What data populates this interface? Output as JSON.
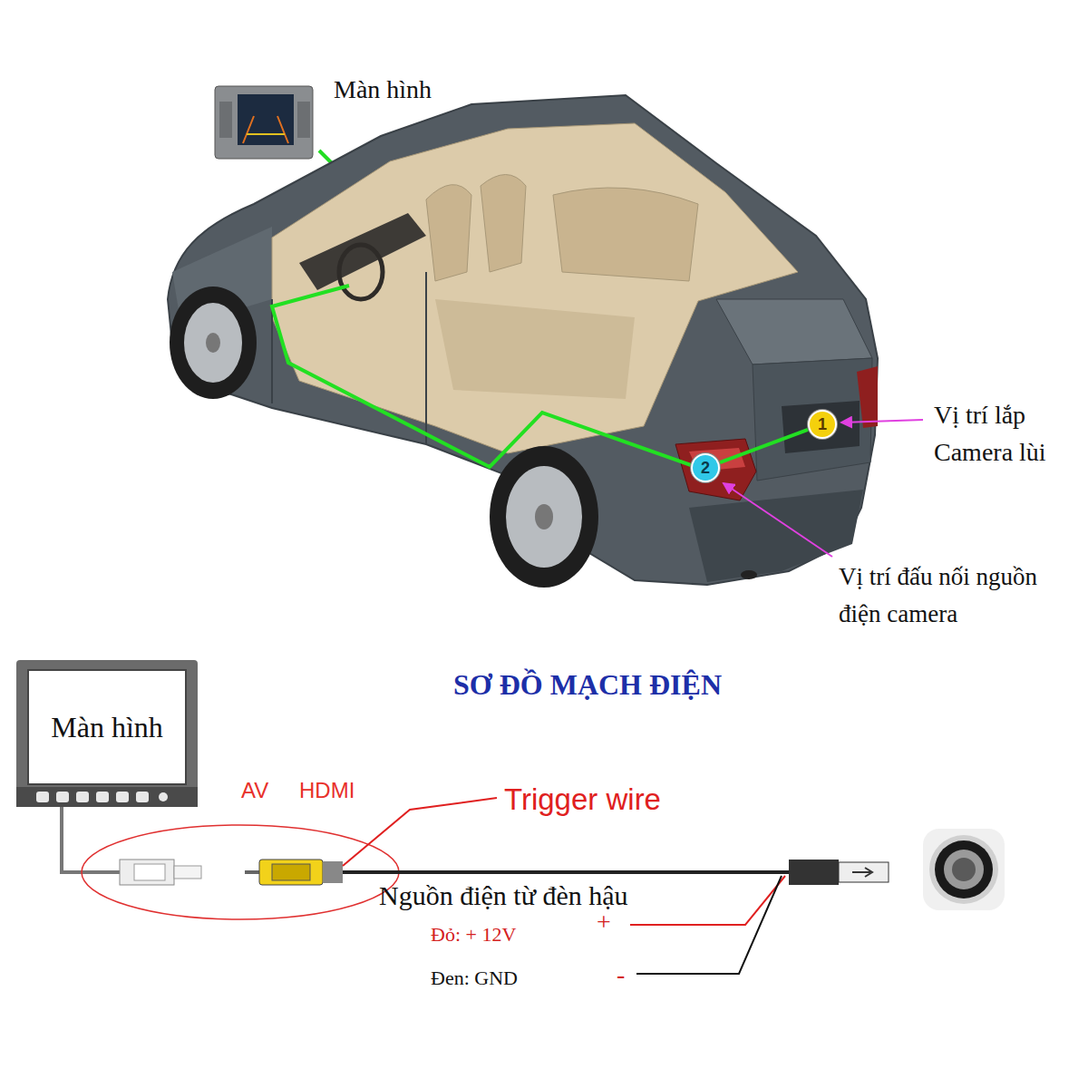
{
  "diagram": {
    "title": "SƠ ĐỒ MẠCH ĐIỆN",
    "nodes": [
      {
        "text": [
          "1"
        ]
      },
      {
        "text": [
          "2"
        ]
      },
      {
        "text": [
          "Màn hình"
        ]
      }
    ],
    "edges": [
      {
        "from": 1,
        "to": 0,
        "arrow": "none"
      }
    ],
    "labels": [
      "Màn hình",
      "Vị trí lắp Camera lùi",
      "Vị trí đấu nối nguồn điện camera",
      "AV",
      "HDMI",
      "Trigger wire",
      "Nguồn điện từ đèn hậu",
      "Đỏ: + 12V",
      "+",
      "Đen: GND",
      "-"
    ]
  }
}
